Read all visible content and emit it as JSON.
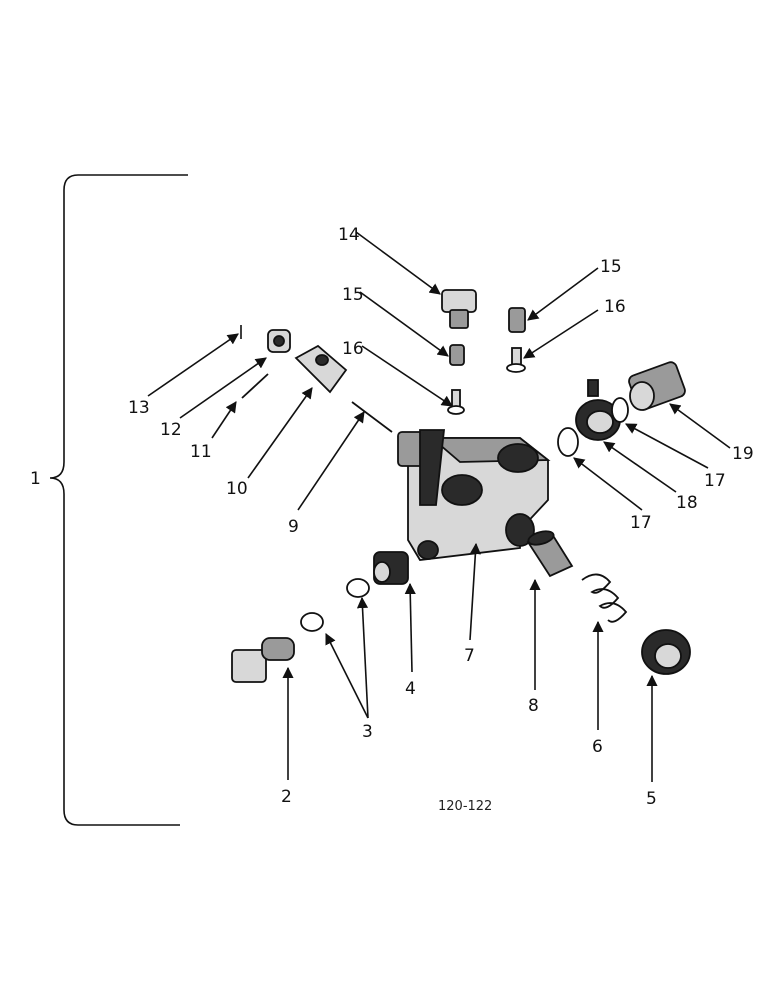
{
  "labels": {
    "l1": "1",
    "l2": "2",
    "l3": "3",
    "l4": "4",
    "l5": "5",
    "l6": "6",
    "l7": "7",
    "l8": "8",
    "l9": "9",
    "l10": "10",
    "l11": "11",
    "l12": "12",
    "l13": "13",
    "l14": "14",
    "l15a": "15",
    "l15b": "15",
    "l16a": "16",
    "l16b": "16",
    "l17a": "17",
    "l17b": "17",
    "l18": "18",
    "l19": "19"
  },
  "figure_code": "120-122"
}
